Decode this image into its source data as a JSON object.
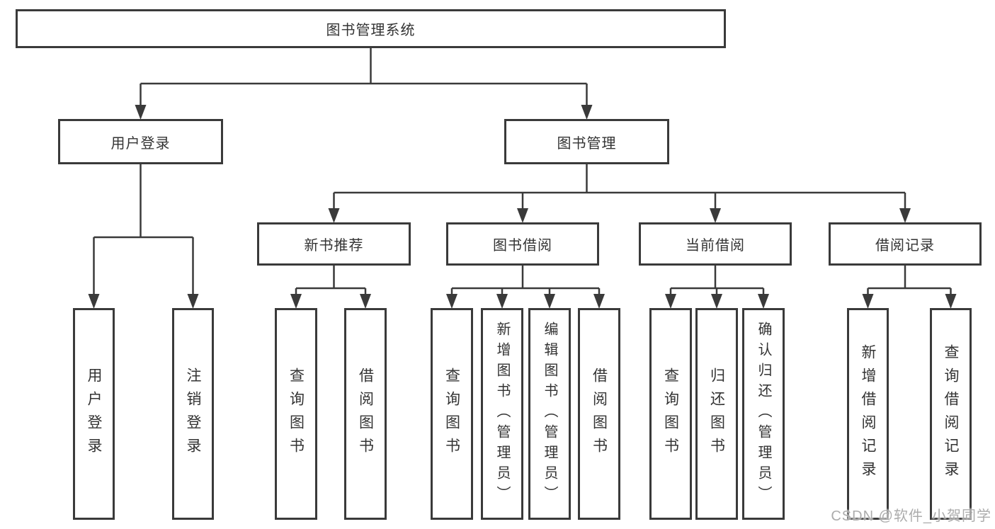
{
  "diagram": {
    "root": "图书管理系统",
    "user_login": {
      "label": "用户登录",
      "children": [
        "用户登录",
        "注销登录"
      ]
    },
    "book_mgmt": {
      "label": "图书管理",
      "sections": [
        {
          "label": "新书推荐",
          "children": [
            "查询图书",
            "借阅图书"
          ]
        },
        {
          "label": "图书借阅",
          "children": [
            "查询图书",
            "新增图书（管理员）",
            "编辑图书（管理员）",
            "借阅图书"
          ]
        },
        {
          "label": "当前借阅",
          "children": [
            "查询图书",
            "归还图书",
            "确认归还（管理员）"
          ]
        },
        {
          "label": "借阅记录",
          "children": [
            "新增借阅记录",
            "查询借阅记录"
          ]
        }
      ]
    }
  },
  "watermark": "CSDN @软件_小贺同学",
  "colors": {
    "line": "#3a3a3a",
    "text": "#333333",
    "watermark": "#9e9e9e",
    "background": "#ffffff"
  }
}
